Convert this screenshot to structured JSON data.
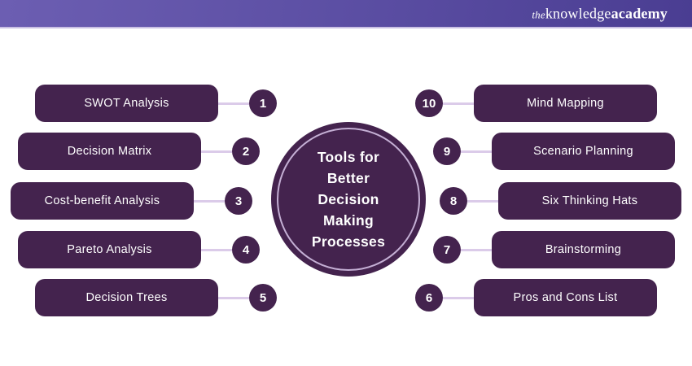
{
  "banner": {
    "logo_the": "the",
    "logo_knowledge": "knowledge",
    "logo_academy": "academy"
  },
  "center": {
    "title": "Tools for\nBetter\nDecision\nMaking\nProcesses"
  },
  "left_items": [
    {
      "number": "1",
      "label": "SWOT Analysis"
    },
    {
      "number": "2",
      "label": "Decision Matrix"
    },
    {
      "number": "3",
      "label": "Cost-benefit Analysis"
    },
    {
      "number": "4",
      "label": "Pareto Analysis"
    },
    {
      "number": "5",
      "label": "Decision Trees"
    }
  ],
  "right_items": [
    {
      "number": "10",
      "label": "Mind Mapping"
    },
    {
      "number": "9",
      "label": "Scenario Planning"
    },
    {
      "number": "8",
      "label": "Six Thinking Hats"
    },
    {
      "number": "7",
      "label": "Brainstorming"
    },
    {
      "number": "6",
      "label": "Pros and Cons List"
    }
  ],
  "colors": {
    "dark_purple": "#44234e",
    "banner_gradient_start": "#6c5eb2",
    "banner_gradient_end": "#4a3d92",
    "banner_border": "#c9c0e3",
    "connector": "#dbcbe9",
    "ring": "#c4afd4",
    "text": "#ffffff"
  }
}
